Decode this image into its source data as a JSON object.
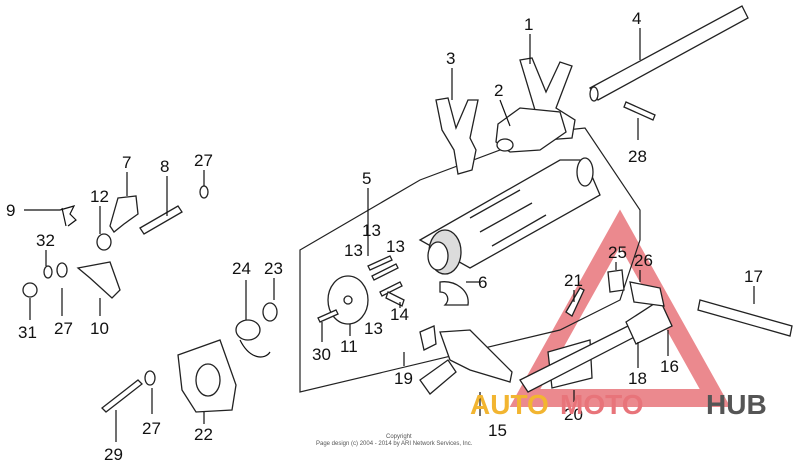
{
  "callouts": [
    "1",
    "2",
    "3",
    "4",
    "5",
    "6",
    "7",
    "8",
    "9",
    "10",
    "11",
    "12",
    "13",
    "13",
    "13",
    "13",
    "14",
    "15",
    "16",
    "17",
    "18",
    "19",
    "20",
    "21",
    "22",
    "23",
    "24",
    "25",
    "26",
    "27",
    "27",
    "27",
    "28",
    "29",
    "30",
    "31",
    "32"
  ],
  "watermark": {
    "part1": "AUTO",
    "part2": "MOTO",
    "part3": "HUB",
    "colors": {
      "auto": "#f2b531",
      "moto": "#e8747a",
      "hub": "#555555",
      "triangle": "#e8747a"
    }
  },
  "copyright": {
    "line1": "Copyright",
    "line2": "Page design (c) 2004 - 2014 by ARI Network Services, Inc."
  }
}
